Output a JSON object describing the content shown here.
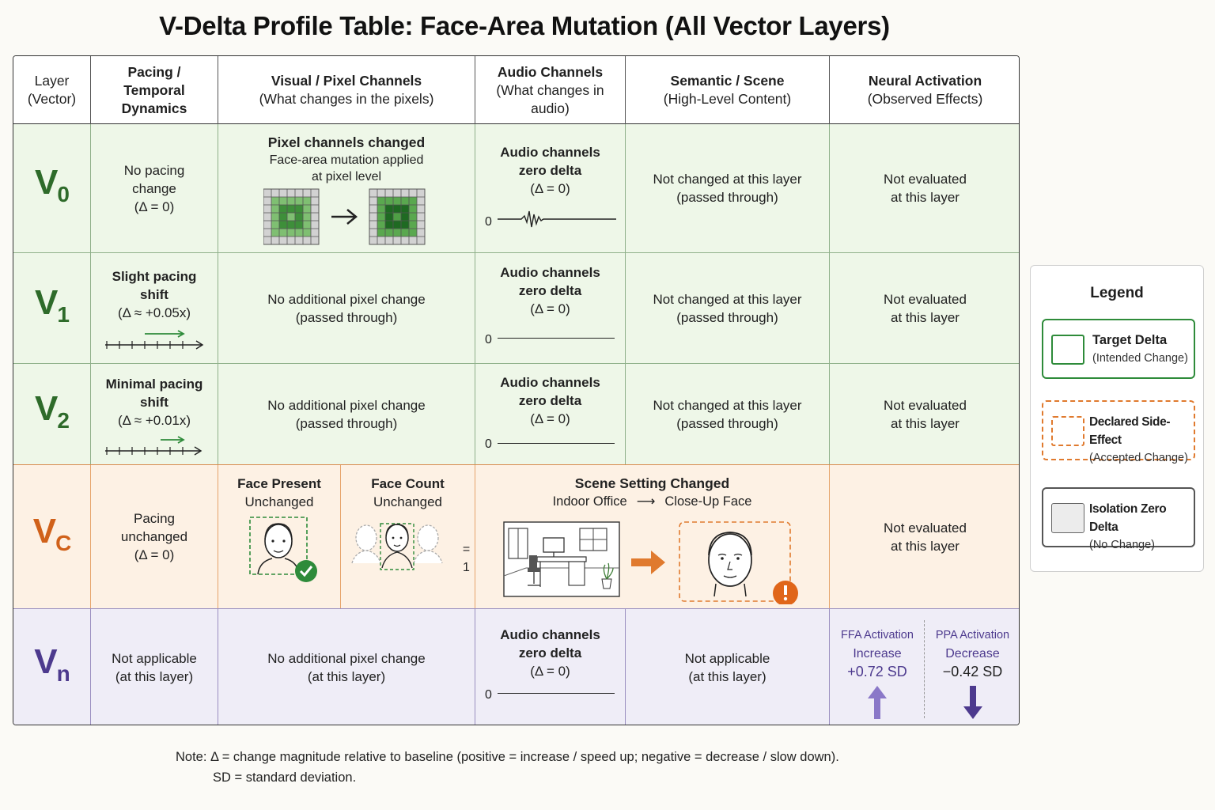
{
  "title": "V-Delta Profile Table: Face-Area Mutation (All Vector Layers)",
  "headers": {
    "layer": [
      "Layer",
      "(Vector)"
    ],
    "pacing": [
      "Pacing /",
      "Temporal",
      "Dynamics"
    ],
    "visual": [
      "Visual / Pixel Channels",
      "(What changes in the pixels)"
    ],
    "audio": [
      "Audio Channels",
      "(What changes in",
      "audio)"
    ],
    "semantic": [
      "Semantic / Scene",
      "(High-Level Content)"
    ],
    "neural": [
      "Neural Activation",
      "(Observed Effects)"
    ]
  },
  "rows": {
    "v0": {
      "label": "V",
      "sub": "0",
      "pacing": [
        "No pacing",
        "change",
        "(Δ = 0)"
      ],
      "visual_title": "Pixel channels changed",
      "visual_desc": [
        "Face-area mutation applied",
        "at pixel level"
      ],
      "audio": [
        "Audio channels",
        "zero delta",
        "(Δ = 0)"
      ],
      "audio_zero": "0",
      "semantic": [
        "Not changed at this layer",
        "(passed through)"
      ],
      "neural": [
        "Not evaluated",
        "at this layer"
      ]
    },
    "v1": {
      "label": "V",
      "sub": "1",
      "pacing": [
        "Slight pacing",
        "shift",
        "(Δ ≈ +0.05x)"
      ],
      "visual": [
        "No additional pixel change",
        "(passed through)"
      ],
      "audio": [
        "Audio channels",
        "zero delta",
        "(Δ = 0)"
      ],
      "audio_zero": "0",
      "semantic": [
        "Not changed at this layer",
        "(passed through)"
      ],
      "neural": [
        "Not evaluated",
        "at this layer"
      ]
    },
    "v2": {
      "label": "V",
      "sub": "2",
      "pacing": [
        "Minimal pacing",
        "shift",
        "(Δ ≈ +0.01x)"
      ],
      "visual": [
        "No additional pixel change",
        "(passed through)"
      ],
      "audio": [
        "Audio channels",
        "zero delta",
        "(Δ = 0)"
      ],
      "audio_zero": "0",
      "semantic": [
        "Not changed at this layer",
        "(passed through)"
      ],
      "neural": [
        "Not evaluated",
        "at this layer"
      ]
    },
    "vc": {
      "label": "V",
      "sub": "C",
      "pacing": [
        "Pacing",
        "unchanged",
        "(Δ = 0)"
      ],
      "face_present": [
        "Face Present",
        "Unchanged"
      ],
      "face_count": [
        "Face Count",
        "Unchanged"
      ],
      "face_count_value": "= 1",
      "scene_title": "Scene Setting Changed",
      "scene_from": "Indoor Office",
      "scene_arrow": "⟶",
      "scene_to": "Close-Up Face",
      "neural": [
        "Not evaluated",
        "at this layer"
      ]
    },
    "vn": {
      "label": "V",
      "sub": "n",
      "pacing": [
        "Not applicable",
        "(at this layer)"
      ],
      "visual": [
        "No additional pixel change",
        "(at this layer)"
      ],
      "audio": [
        "Audio channels",
        "zero delta",
        "(Δ = 0)"
      ],
      "audio_zero": "0",
      "semantic": [
        "Not applicable",
        "(at this layer)"
      ],
      "ffa": [
        "FFA Activation",
        "Increase",
        "+0.72 SD"
      ],
      "ppa": [
        "PPA Activation",
        "Decrease",
        "−0.42 SD"
      ]
    }
  },
  "legend": {
    "title": "Legend",
    "items": [
      {
        "name": "Target Delta",
        "desc": "(Intended Change)",
        "color": "#2e8b3a"
      },
      {
        "name": "Declared Side-Effect",
        "desc": "(Accepted Change)",
        "color": "#e07a2e"
      },
      {
        "name": "Isolation Zero Delta",
        "desc": "(No Change)",
        "color": "#555555"
      }
    ]
  },
  "note": {
    "line1": "Note:  Δ = change magnitude relative to baseline (positive = increase / speed up; negative = decrease / slow down).",
    "line2": "SD = standard deviation."
  },
  "colors": {
    "green_row": "#eef7e8",
    "orange_row": "#fdf1e4",
    "purple_row": "#efedf7",
    "green_accent": "#2e6b2a",
    "orange_accent": "#d0611a",
    "purple_accent": "#4d3a8e"
  }
}
